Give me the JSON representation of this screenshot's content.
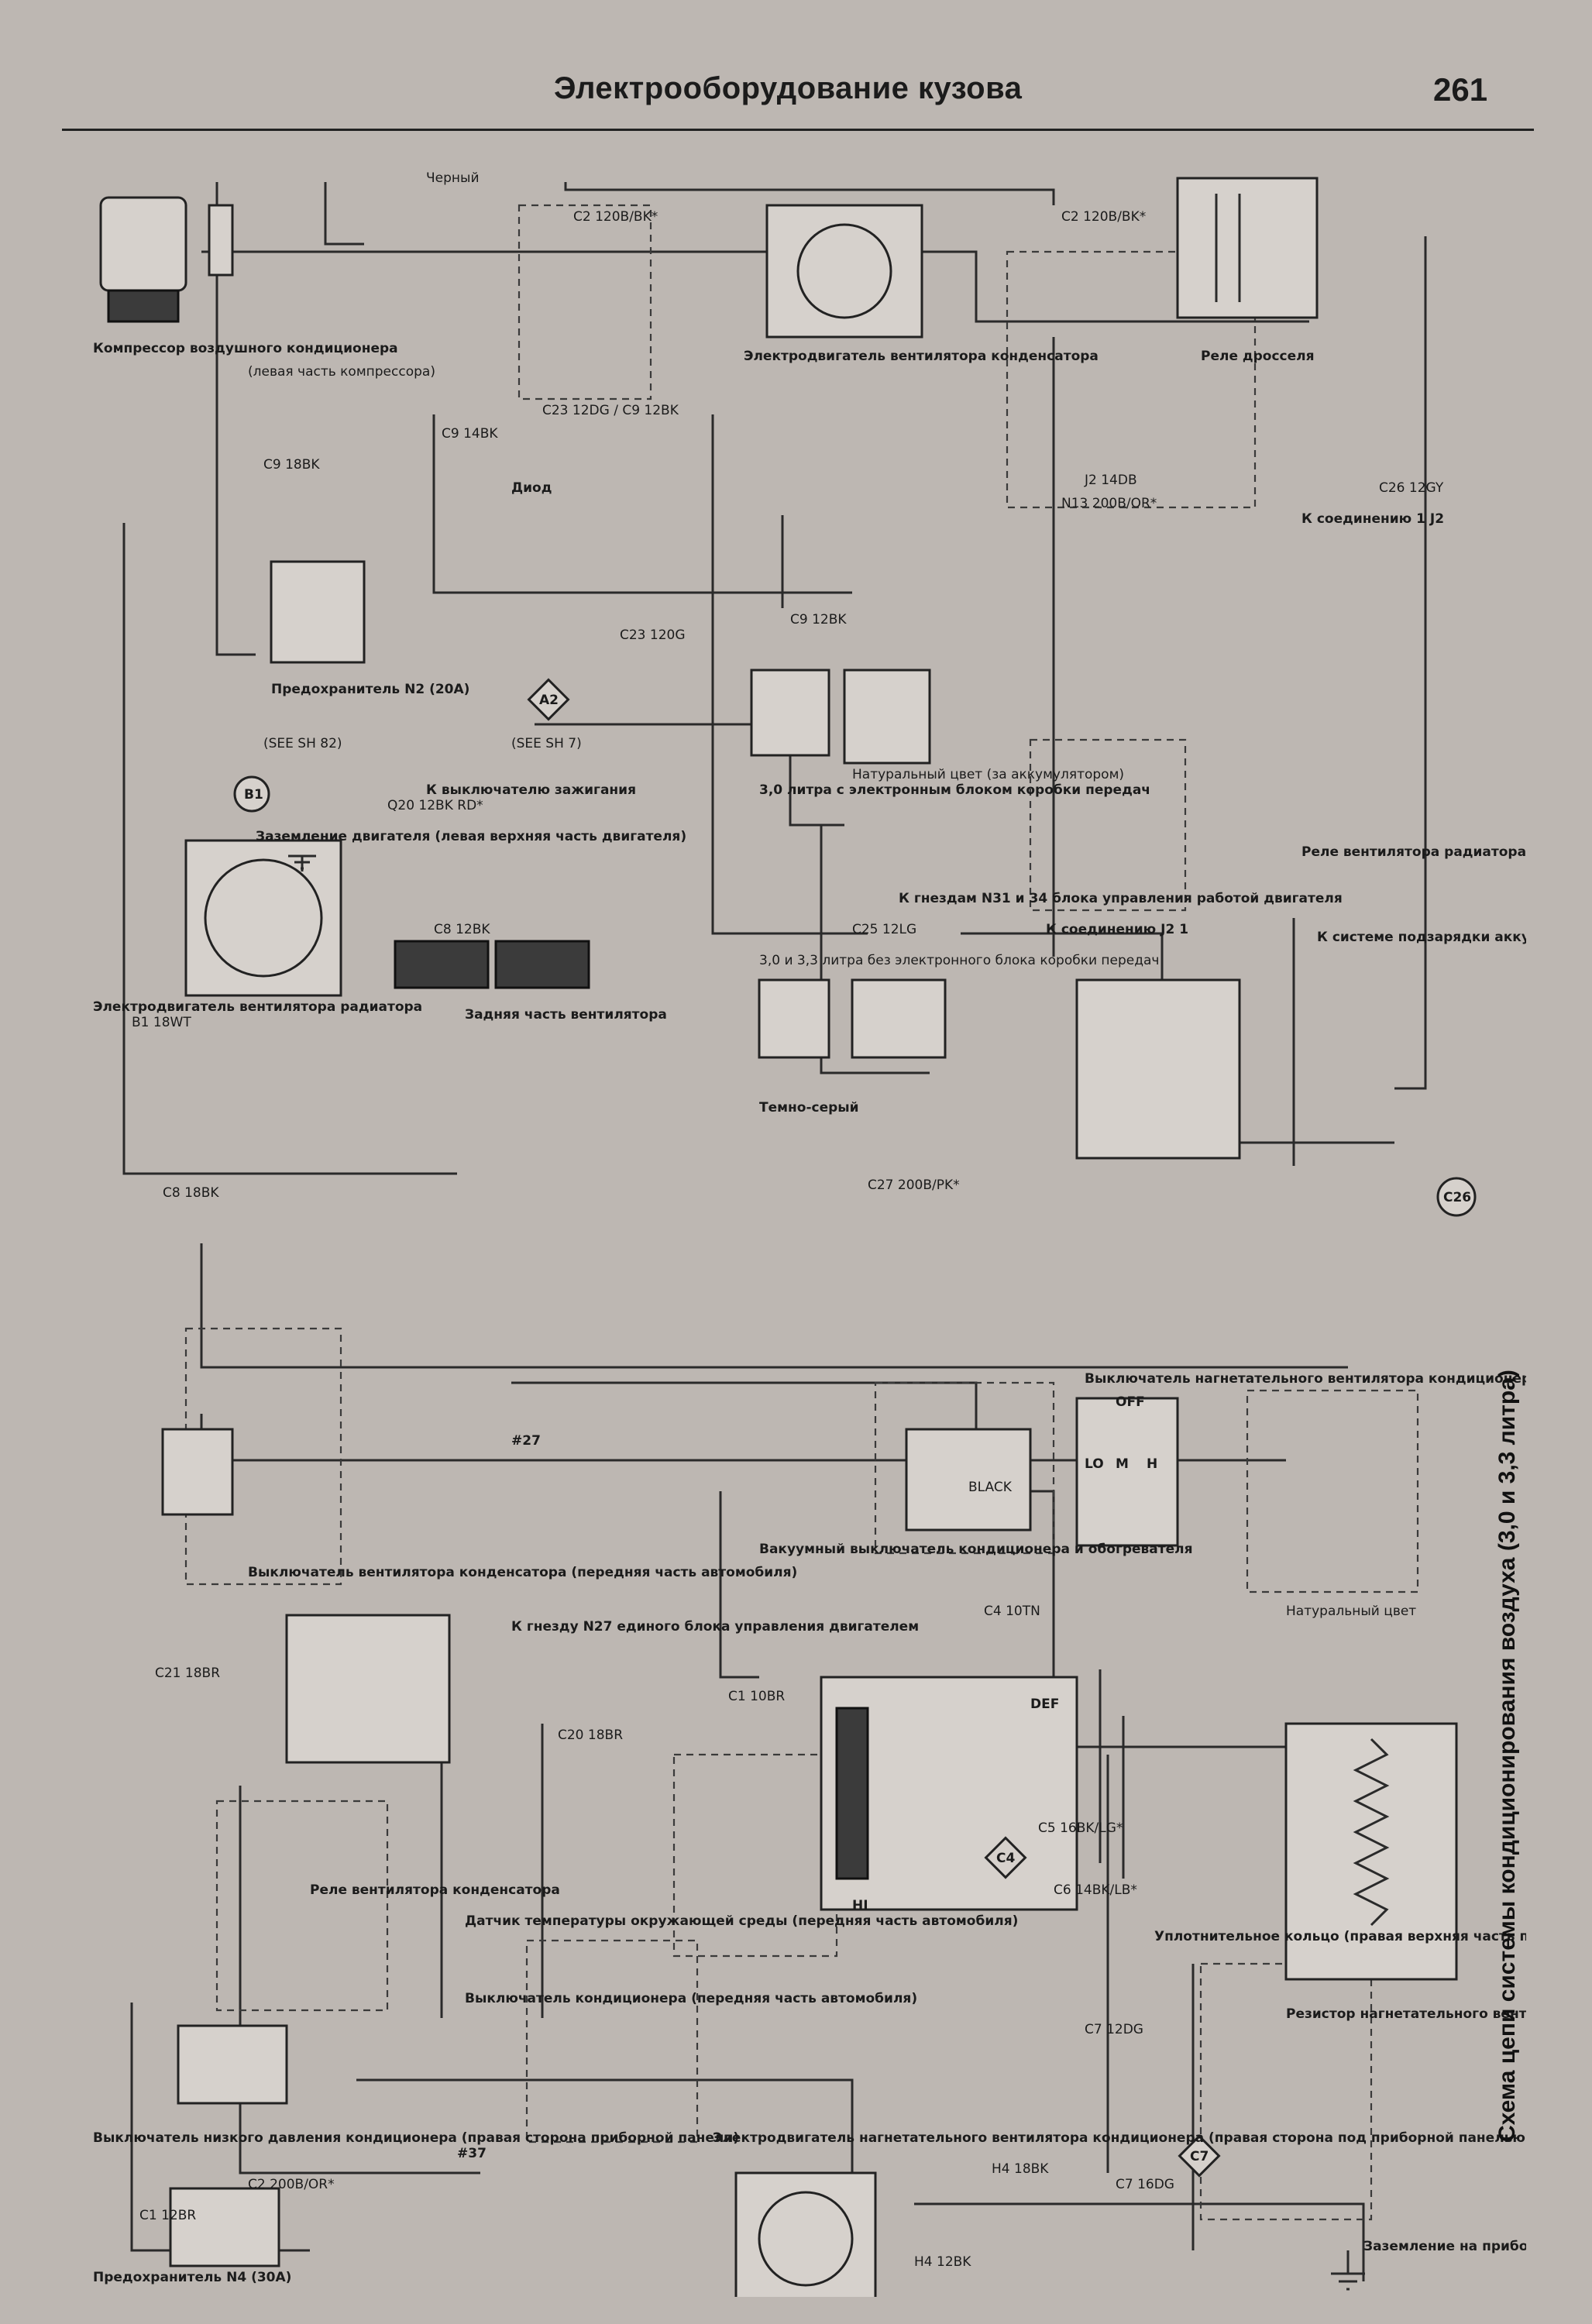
{
  "header": {
    "title": "Электрооборудование кузова",
    "page_number": "261"
  },
  "caption": "Схема цепи системы кондиционирования воздуха (3,0 и 3,3 литра)",
  "labels": {
    "compressor": "Компрессор воздушного кондиционера",
    "compressor_left": "(левая часть компрессора)",
    "black": "Черный",
    "diode": "Диод",
    "blower_motor": "Электродвигатель вентилятора конденсатора",
    "throttle_relay": "Реле дросселя",
    "to_j2": "К соединению 1 J2",
    "fuse_n2": "Предохранитель N2 (20A)",
    "see_sh82": "(SEE SH 82)",
    "see_sh7": "(SEE SH 7)",
    "to_ignition": "К выключателю зажигания",
    "engine_ground": "Заземление двигателя (левая верхняя часть двигателя)",
    "radiator_fan_motor": "Электродвигатель вентилятора радиатора",
    "rear_fan": "Задняя часть вентилятора",
    "trans_30_33": "3,0 литра с электронным блоком коробки передач",
    "trans_30_33_without": "3,0 и 3,3 литра без электронного блока коробки передач",
    "natural_color": "Натуральный цвет (за аккумулятором)",
    "dark_gray": "Темно-серый",
    "to_pins_n31_34": "К гнездам N31 и 34 блока управления работой двигателя",
    "to_j21": "К соединению J2 1",
    "radiator_fan_relay": "Реле вентилятора радиатора",
    "to_battery_charge": "К системе подзарядки аккумулятора",
    "condenser_fan_switch": "Выключатель вентилятора конденсатора (передняя часть автомобиля)",
    "to_pin_n27": "К гнезду N27 единого блока управления двигателем",
    "vacuum_switch": "Вакуумный выключатель кондиционера и обогревателя",
    "blower_switch": "Выключатель нагнетательного вентилятора кондиционера",
    "natural": "Натуральный цвет",
    "seal_ring": "Уплотнительное кольцо (правая верхняя часть приборной панели)",
    "resistor": "Резистор нагнетательного вентилятора кондиционера и обогревателя",
    "low_pressure_switch": "Выключатель низкого давления кондиционера (правая сторона приборной панели)",
    "condenser_fan_relay": "Реле вентилятора конденсатора",
    "temp_sensor": "Датчик температуры окружающей среды (передняя часть автомобиля)",
    "ac_switch": "Выключатель кондиционера (передняя часть автомобиля)",
    "fuse_n4": "Предохранитель N4 (30A)",
    "blower_motor_ac": "Электродвигатель нагнетательного вентилятора кондиционера (правая сторона под приборной панелью)",
    "dash_ground": "Заземление на приборной панели (с правой стороны)",
    "fan_off": "OFF",
    "fan_lo": "LO",
    "fan_m": "M",
    "fan_h": "H",
    "def": "DEF",
    "hi": "HI",
    "black_en": "BLACK"
  },
  "wires": {
    "c2_120b_bk": "C2 120B/BK*",
    "c2_120b_bk_2": "C2 120B/BK*",
    "c9_14bk": "C9 14BK",
    "c9_18bk": "C9 18BK",
    "c8_18bk": "C8 18BK",
    "c23_120g": "C23 120G",
    "c23_12dg_c9_12bk": "C23 12DG / C9 12BK",
    "c9_12bk": "C9 12BK",
    "n13_200b_or": "N13 200B/OR*",
    "j2_14db": "J2 14DB",
    "c26_12gy": "C26 12GY",
    "b1_18wt": "B1 18WT",
    "q20_12bk": "Q20 12BK RD*",
    "c8_12bk": "C8 12BK",
    "c25_12lg": "C25 12LG",
    "c27_200b_pk": "C27 200B/PK*",
    "c21_18br": "C21 18BR",
    "c20_18br": "C20 18BR",
    "c1_10br": "C1 10BR",
    "c4_10tn": "C4 10TN",
    "c5_16bk_lg": "C5 16BK/LG*",
    "c6_14bk_lb": "C6 14BK/LB*",
    "c7_12dg": "C7 12DG",
    "c7_16dg": "C7 16DG",
    "h4_18bk": "H4 18BK",
    "h4_12bk": "H4 12BK",
    "c2_200b_or": "C2 200B/OR*",
    "c1_12br": "C1 12BR",
    "pin_37": "#37",
    "pin_27": "#27"
  },
  "connector_tags": {
    "b1": "B1",
    "a2": "A2",
    "c26": "C26",
    "c4": "C4",
    "c7": "C7"
  }
}
